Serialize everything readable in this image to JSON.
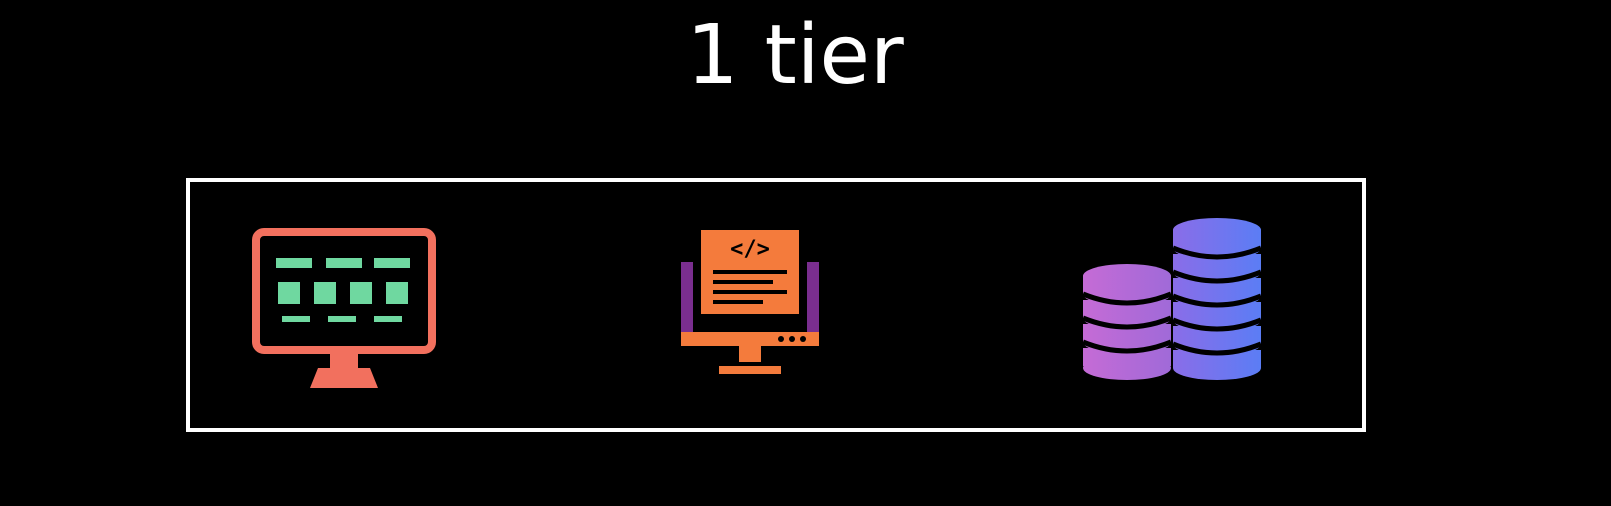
{
  "diagram": {
    "title": "1 tier",
    "box": {
      "border_color": "#ffffff",
      "components": [
        {
          "icon": "monitor-ui-icon",
          "role": "presentation",
          "color": "#f2705e",
          "accent": "#6fd8a0"
        },
        {
          "icon": "code-monitor-icon",
          "role": "application",
          "color": "#f47b3c",
          "accent": "#7a2e8f"
        },
        {
          "icon": "database-stack-icon",
          "role": "data",
          "colors": [
            "#c56bd6",
            "#5b7df5"
          ]
        }
      ]
    },
    "background": "#000000"
  }
}
